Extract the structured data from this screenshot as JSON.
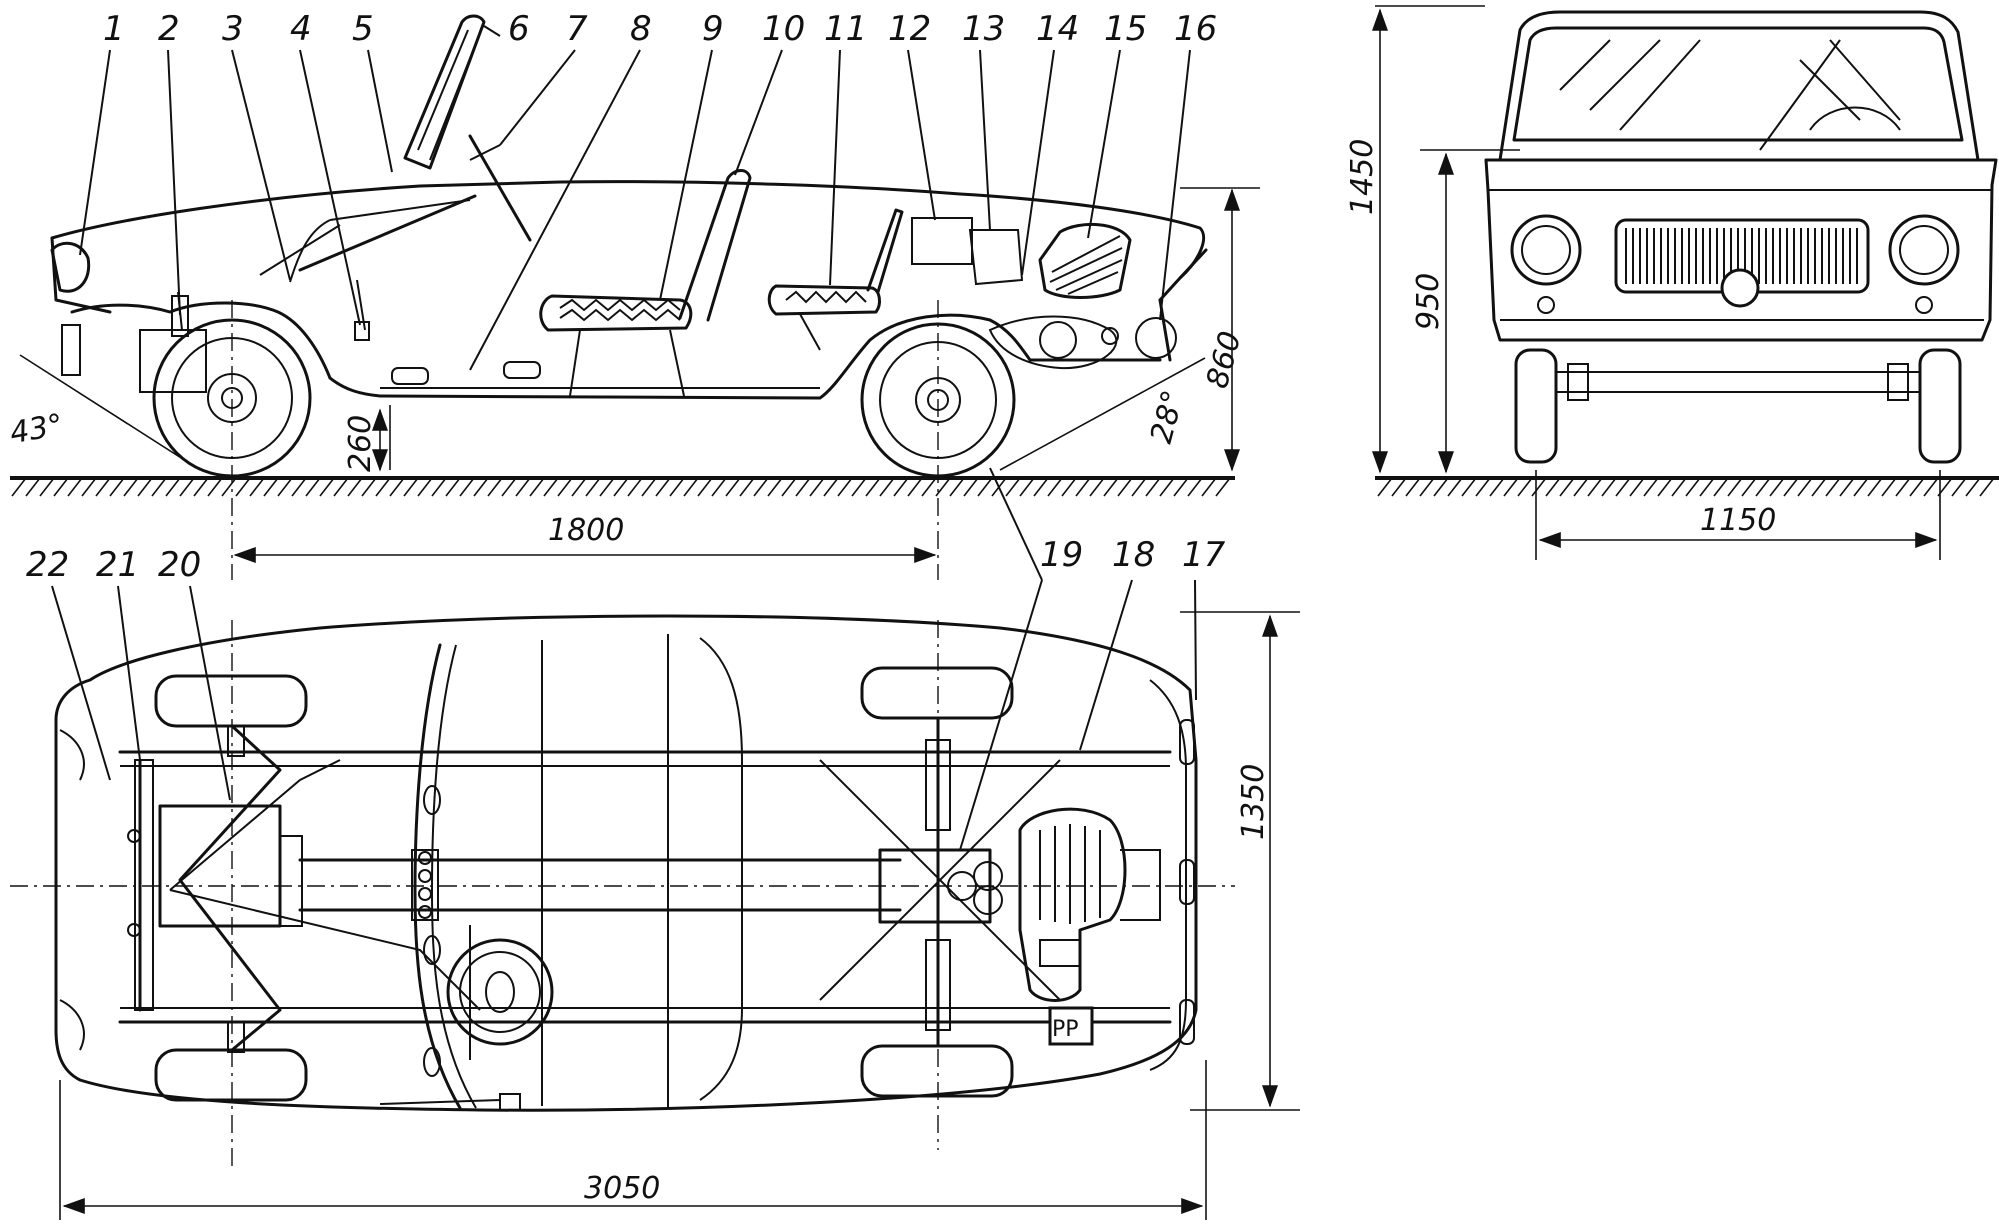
{
  "callouts": [
    "1",
    "2",
    "3",
    "4",
    "5",
    "6",
    "7",
    "8",
    "9",
    "10",
    "11",
    "12",
    "13",
    "14",
    "15",
    "16",
    "17",
    "18",
    "19",
    "20",
    "21",
    "22"
  ],
  "dimensions": {
    "wheelbase": "1800",
    "length": "3050",
    "width": "1350",
    "track": "1150",
    "height": "1450",
    "belt_height": "950",
    "rear_height": "860",
    "ground_clearance": "260",
    "approach_angle": "43°",
    "departure_angle": "28°"
  },
  "badges": {
    "relay": "PP"
  }
}
